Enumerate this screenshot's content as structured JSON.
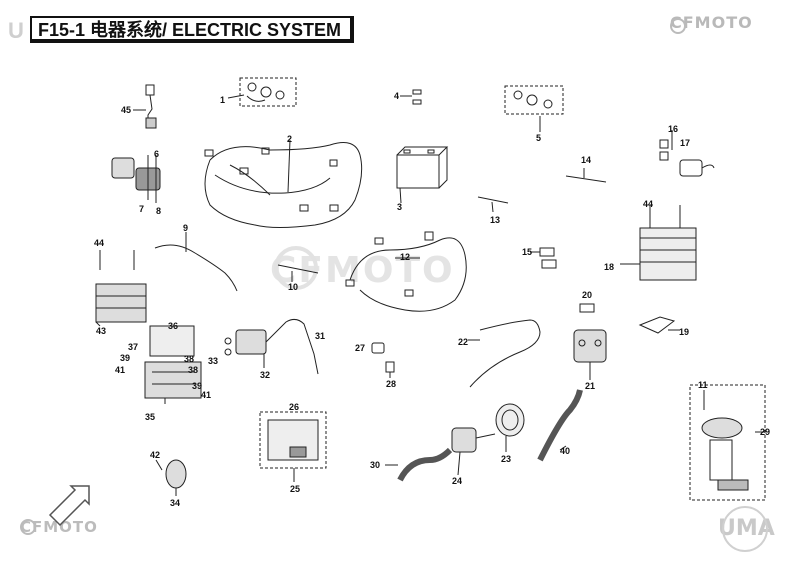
{
  "header": {
    "title": "F15-1 电器系统/ ELECTRIC SYSTEM",
    "corner_mark": "U"
  },
  "branding": {
    "top_right": "CFMOTO",
    "watermark_center": "CFMOTO",
    "bottom_left": "CFMOTO",
    "bottom_right": "UMA",
    "logo_color": "#b9b9b9"
  },
  "callouts": [
    "1",
    "2",
    "3",
    "4",
    "5",
    "6",
    "7",
    "8",
    "9",
    "10",
    "11",
    "12",
    "13",
    "14",
    "15",
    "16",
    "17",
    "18",
    "19",
    "20",
    "21",
    "22",
    "23",
    "24",
    "25",
    "26",
    "27",
    "28",
    "29",
    "30",
    "31",
    "32",
    "33",
    "34",
    "35",
    "36",
    "37",
    "38",
    "39",
    "40",
    "41",
    "42",
    "43",
    "44",
    "45"
  ],
  "labels": {
    "n1": "1",
    "n2": "2",
    "n3": "3",
    "n4": "4",
    "n5": "5",
    "n6": "6",
    "n7": "7",
    "n8": "8",
    "n9": "9",
    "n10": "10",
    "n11": "11",
    "n12": "12",
    "n13": "13",
    "n14": "14",
    "n15": "15",
    "n16": "16",
    "n17": "17",
    "n18": "18",
    "n19": "19",
    "n20": "20",
    "n21": "21",
    "n22": "22",
    "n23": "23",
    "n24": "24",
    "n25": "25",
    "n26": "26",
    "n27": "27",
    "n28": "28",
    "n29": "29",
    "n30": "30",
    "n31": "31",
    "n32": "32",
    "n33": "33",
    "n34": "34",
    "n35": "35",
    "n36": "36",
    "n37": "37",
    "n38a": "38",
    "n38b": "38",
    "n39a": "39",
    "n39b": "39",
    "n40": "40",
    "n41a": "41",
    "n41b": "41",
    "n42": "42",
    "n43": "43",
    "n44a": "44",
    "n44b": "44",
    "n45": "45"
  },
  "icons": {
    "front_arrow": "front-arrow-icon"
  }
}
